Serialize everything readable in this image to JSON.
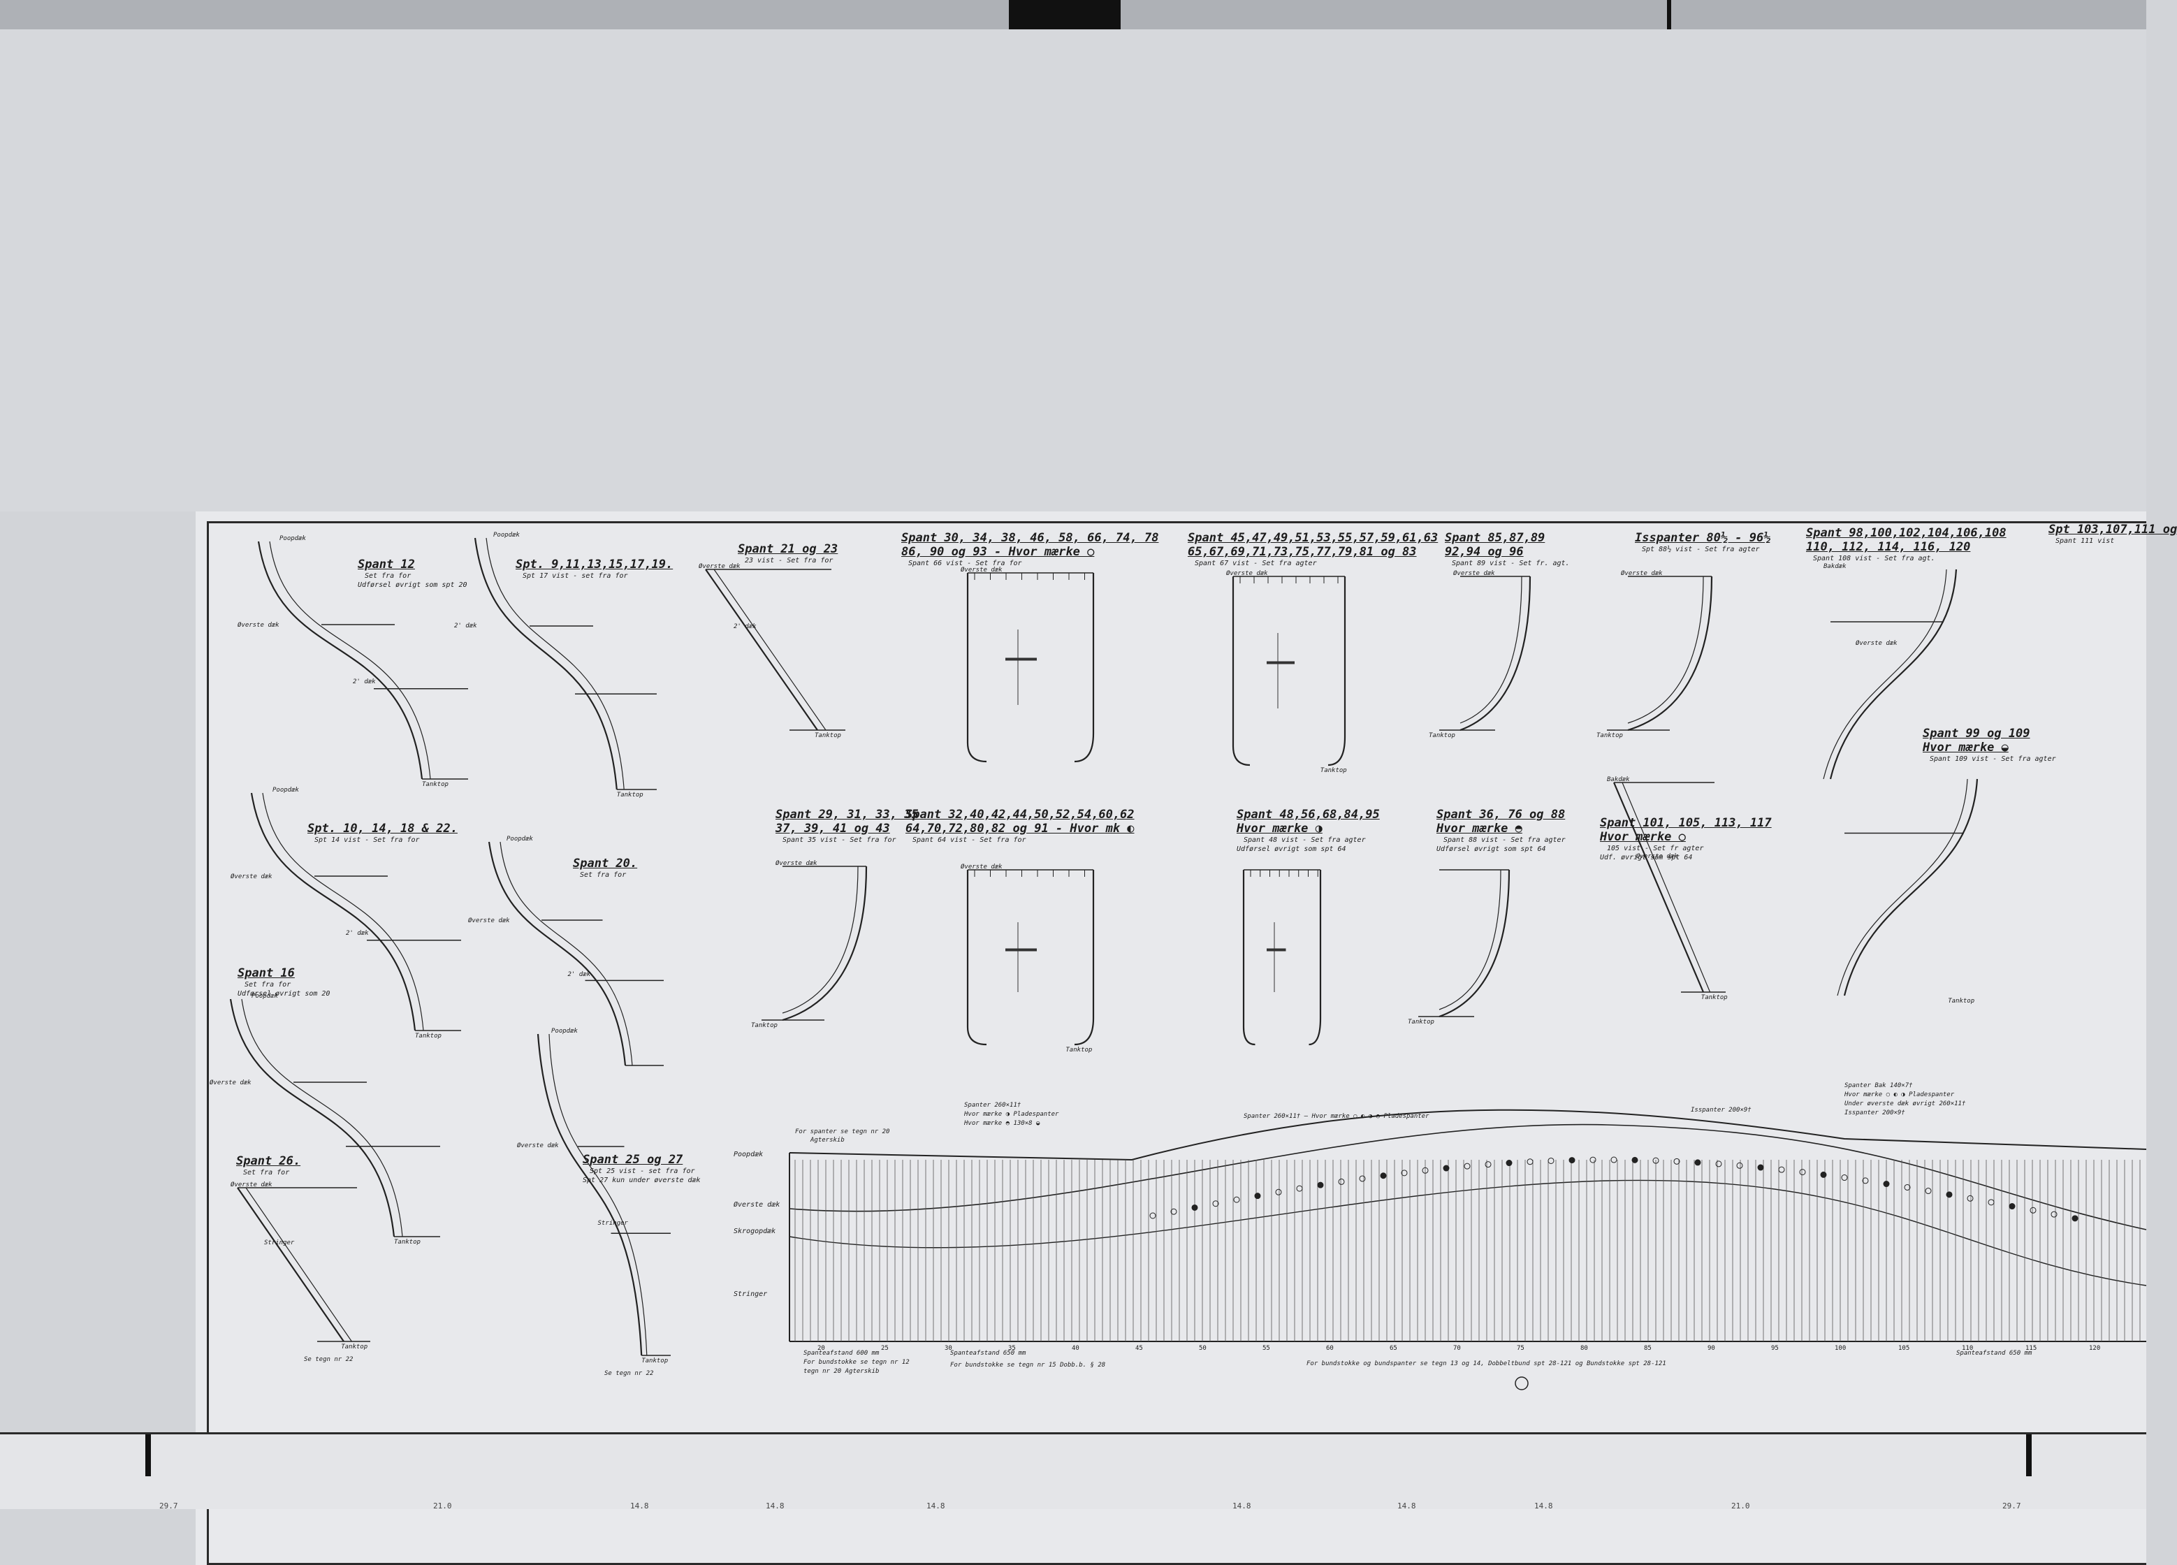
{
  "drawing": {
    "sections": [
      {
        "id": "spant12",
        "title": "Spant 12",
        "sub": "Set fra for",
        "note": "Udførsel øvrigt som spt 20",
        "deck": "Poopdæk",
        "deck2": "Øverste dæk",
        "deck3": "2' dæk",
        "bottom": "Tanktop"
      },
      {
        "id": "spt9",
        "title": "Spt. 9,11,13,15,17,19.",
        "sub": "Spt 17 vist - set fra for",
        "deck": "Poopdæk",
        "deck2": "2' dæk",
        "bottom": "Tanktop"
      },
      {
        "id": "spant21",
        "title": "Spant 21 og 23",
        "sub": "23 vist - Set fra for",
        "deck": "Øverste dæk",
        "deck2": "2' dæk",
        "bottom": "Tanktop"
      },
      {
        "id": "spant30",
        "title": "Spant 30, 34, 38, 46, 58, 66, 74, 78",
        "title2": "86, 90 og 93 - Hvor mærke ○",
        "sub": "Spant 66 vist - Set fra for",
        "deck": "Øverste dæk"
      },
      {
        "id": "spant45",
        "title": "Spant 45,47,49,51,53,55,57,59,61,63",
        "title2": "65,67,69,71,73,75,77,79,81 og 83",
        "sub": "Spant 67 vist - Set fra agter",
        "deck": "Øverste dæk",
        "bottom": "Tanktop"
      },
      {
        "id": "spant85",
        "title": "Spant 85,87,89",
        "title2": "92,94 og 96",
        "sub": "Spant 89 vist - Set fr. agt.",
        "deck": "Øverste dæk",
        "bottom": "Tanktop"
      },
      {
        "id": "isspanter",
        "title": "Isspanter 80½ - 96½",
        "sub": "Spt 88½ vist - Set fra agter",
        "deck": "Øverste dæk",
        "bottom": "Tanktop"
      },
      {
        "id": "spant98",
        "title": "Spant 98,100,102,104,106,108",
        "title2": "110, 112, 114, 116, 120",
        "sub": "Spant 108 vist - Set fra agt.",
        "deck": "Bakdæk",
        "deck2": "Øverste dæk"
      },
      {
        "id": "spant103",
        "title": "Spt 103,107,111 og",
        "sub": "Spant 111 vist"
      },
      {
        "id": "spant29",
        "title": "Spant 29, 31, 33, 35",
        "title2": "37, 39, 41 og 43",
        "sub": "Spant 35 vist - Set fra for",
        "deck": "Øverste dæk",
        "bottom": "Tanktop"
      },
      {
        "id": "spant32",
        "title": "Spant 32,40,42,44,50,52,54,60,62",
        "title2": "64,70,72,80,82 og 91 - Hvor mk ◐",
        "sub": "Spant 64 vist - Set fra for",
        "deck": "Øverste dæk",
        "bottom": "Tanktop"
      },
      {
        "id": "spant48",
        "title": "Spant 48,56,68,84,95",
        "title2": "Hvor mærke ◑",
        "sub": "Spant 48 vist - Set fra agter",
        "note": "Udførsel øvrigt som spt 64"
      },
      {
        "id": "spant36",
        "title": "Spant 36, 76 og 88",
        "title2": "Hvor mærke ◓",
        "sub": "Spant 88 vist - Set fra agter",
        "note": "Udførsel øvrigt som spt 64",
        "bottom": "Tanktop"
      },
      {
        "id": "spant101",
        "title": "Spant 101, 105, 113, 117",
        "title2": "Hvor mærke ○",
        "sub": "105 vist - Set fr agter",
        "note": "Udf. øvrigt som spt 64",
        "deck": "Bakdæk",
        "deck2": "Øverste dæk",
        "bottom": "Tanktop"
      },
      {
        "id": "spant99",
        "title": "Spant 99 og 109",
        "title2": "Hvor mærke ◒",
        "sub": "Spant 109 vist - Set fra agter",
        "bottom": "Tanktop"
      },
      {
        "id": "spt10",
        "title": "Spt. 10, 14, 18 & 22.",
        "sub": "Spt 14 vist - Set fra for",
        "deck": "Poopdæk",
        "deck2": "Øverste dæk",
        "deck3": "2' dæk",
        "bottom": "Tanktop"
      },
      {
        "id": "spant20",
        "title": "Spant 20.",
        "sub": "Set fra for",
        "deck": "Poopdæk",
        "deck2": "Øverste dæk",
        "deck3": "2' dæk"
      },
      {
        "id": "spant16",
        "title": "Spant 16",
        "sub": "Set fra for",
        "note": "Udførsel øvrigt som 20",
        "deck": "Poopdæk",
        "deck2": "Øverste dæk",
        "bottom": "Tanktop"
      },
      {
        "id": "spant26",
        "title": "Spant 26.",
        "sub": "Set fra for",
        "deck": "Øverste dæk",
        "deck2": "Stringer",
        "bottom": "Tanktop",
        "ref": "Se tegn nr 22"
      },
      {
        "id": "spant25",
        "title": "Spant 25 og 27",
        "sub": "Spt 25 vist - set fra for",
        "note": "Spt 27 kun under øverste dæk",
        "deck": "Poopdæk",
        "deck2": "Øverste dæk",
        "deck3": "Stringer",
        "bottom": "Tanktop",
        "ref": "Se tegn nr 22"
      }
    ],
    "profile": {
      "decks": [
        "Poopdæk",
        "Øverste dæk",
        "Skrogopdæk",
        "Stringer"
      ],
      "legend_left": [
        "Spanter 260×11†",
        "Hvor mærke ◑ Pladespanter",
        "Hvor mærke ◓ 130×8 ◒"
      ],
      "legend_mid": "Spanter 260×11† — Hvor mærke ○ ◐ ◑ ◓ Pladespanter",
      "legend_isspanter": "Isspanter 200×9†",
      "legend_right": [
        "Spanter Bak 140×7†",
        "Hvor mærke ○ ◐ ◑ Pladespanter",
        "Under øverste dæk øvrigt 260×11†",
        "Isspanter 200×9†"
      ],
      "note_top_left": "For spanter se tegn nr 20",
      "note_agterskib": "Agterskib",
      "spacing_left": "Spanteafstand 600 mm",
      "spacing_mid": "Spanteafstand 650 mm",
      "spacing_right": "Spanteafstand 650 mm",
      "note_b1": "For bundstokke se tegn nr 12",
      "note_b2": "For bundstokke se tegn nr 15 Dobb.b. § 28",
      "note_b3": "For bundstokke og bundspanter se tegn 13 og 14, Dobbeltbund spt 28-121 og Bundstokke spt 28-121",
      "note_b4": "tegn nr 20 Agterskib",
      "frame_nums": [
        "20",
        "25",
        "30",
        "35",
        "40",
        "45",
        "50",
        "55",
        "60",
        "65",
        "70",
        "75",
        "80",
        "85",
        "90",
        "95",
        "100",
        "105",
        "110",
        "115",
        "120"
      ]
    },
    "ruler": [
      "29.7",
      "21.0",
      "14.8",
      "14.8",
      "14.8",
      "14.8",
      "14.8",
      "14.8",
      "21.0",
      "29.7"
    ]
  }
}
